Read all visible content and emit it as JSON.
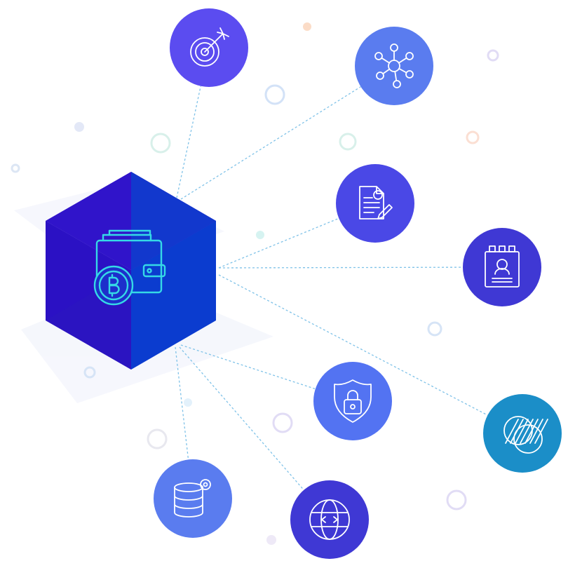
{
  "colors": {
    "background": "#ffffff",
    "connector": "#7fc2e8",
    "hex_left": "#2f10c8",
    "hex_right": "#0d3fd0",
    "hex_glyph": "#35d9e6",
    "icon_stroke": "#ffffff"
  },
  "hub": {
    "icon": "bitcoin-wallet-icon"
  },
  "nodes": [
    {
      "id": "target",
      "icon": "target-icon",
      "color": "#5b4cf0"
    },
    {
      "id": "network",
      "icon": "network-hub-icon",
      "color": "#5a7cef"
    },
    {
      "id": "contract",
      "icon": "signed-contract-icon",
      "color": "#4a48e6"
    },
    {
      "id": "profile",
      "icon": "profile-card-icon",
      "color": "#3f38d4"
    },
    {
      "id": "security",
      "icon": "shield-lock-icon",
      "color": "#5373f2"
    },
    {
      "id": "overlap",
      "icon": "overlap-circles-icon",
      "color": "#1b8ec8"
    },
    {
      "id": "database",
      "icon": "database-settings-icon",
      "color": "#5a7cef"
    },
    {
      "id": "globe",
      "icon": "globe-icon",
      "color": "#3f38d4"
    }
  ]
}
